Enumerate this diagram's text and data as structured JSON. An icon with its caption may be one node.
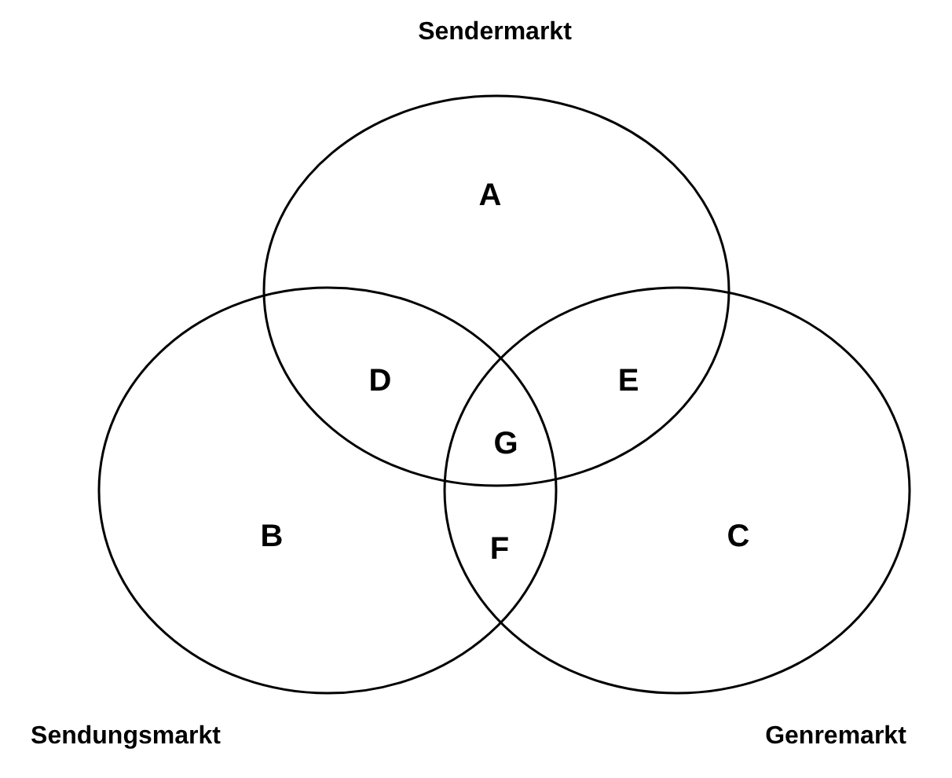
{
  "diagram": {
    "nodes": [
      {
        "text": [
          "Sendermarkt"
        ]
      },
      {
        "text": [
          "Sendungsmarkt"
        ]
      },
      {
        "text": [
          "Genremarkt"
        ]
      }
    ],
    "edges": [],
    "labels": [
      "A",
      "D",
      "E",
      "G",
      "B",
      "F",
      "C"
    ]
  }
}
